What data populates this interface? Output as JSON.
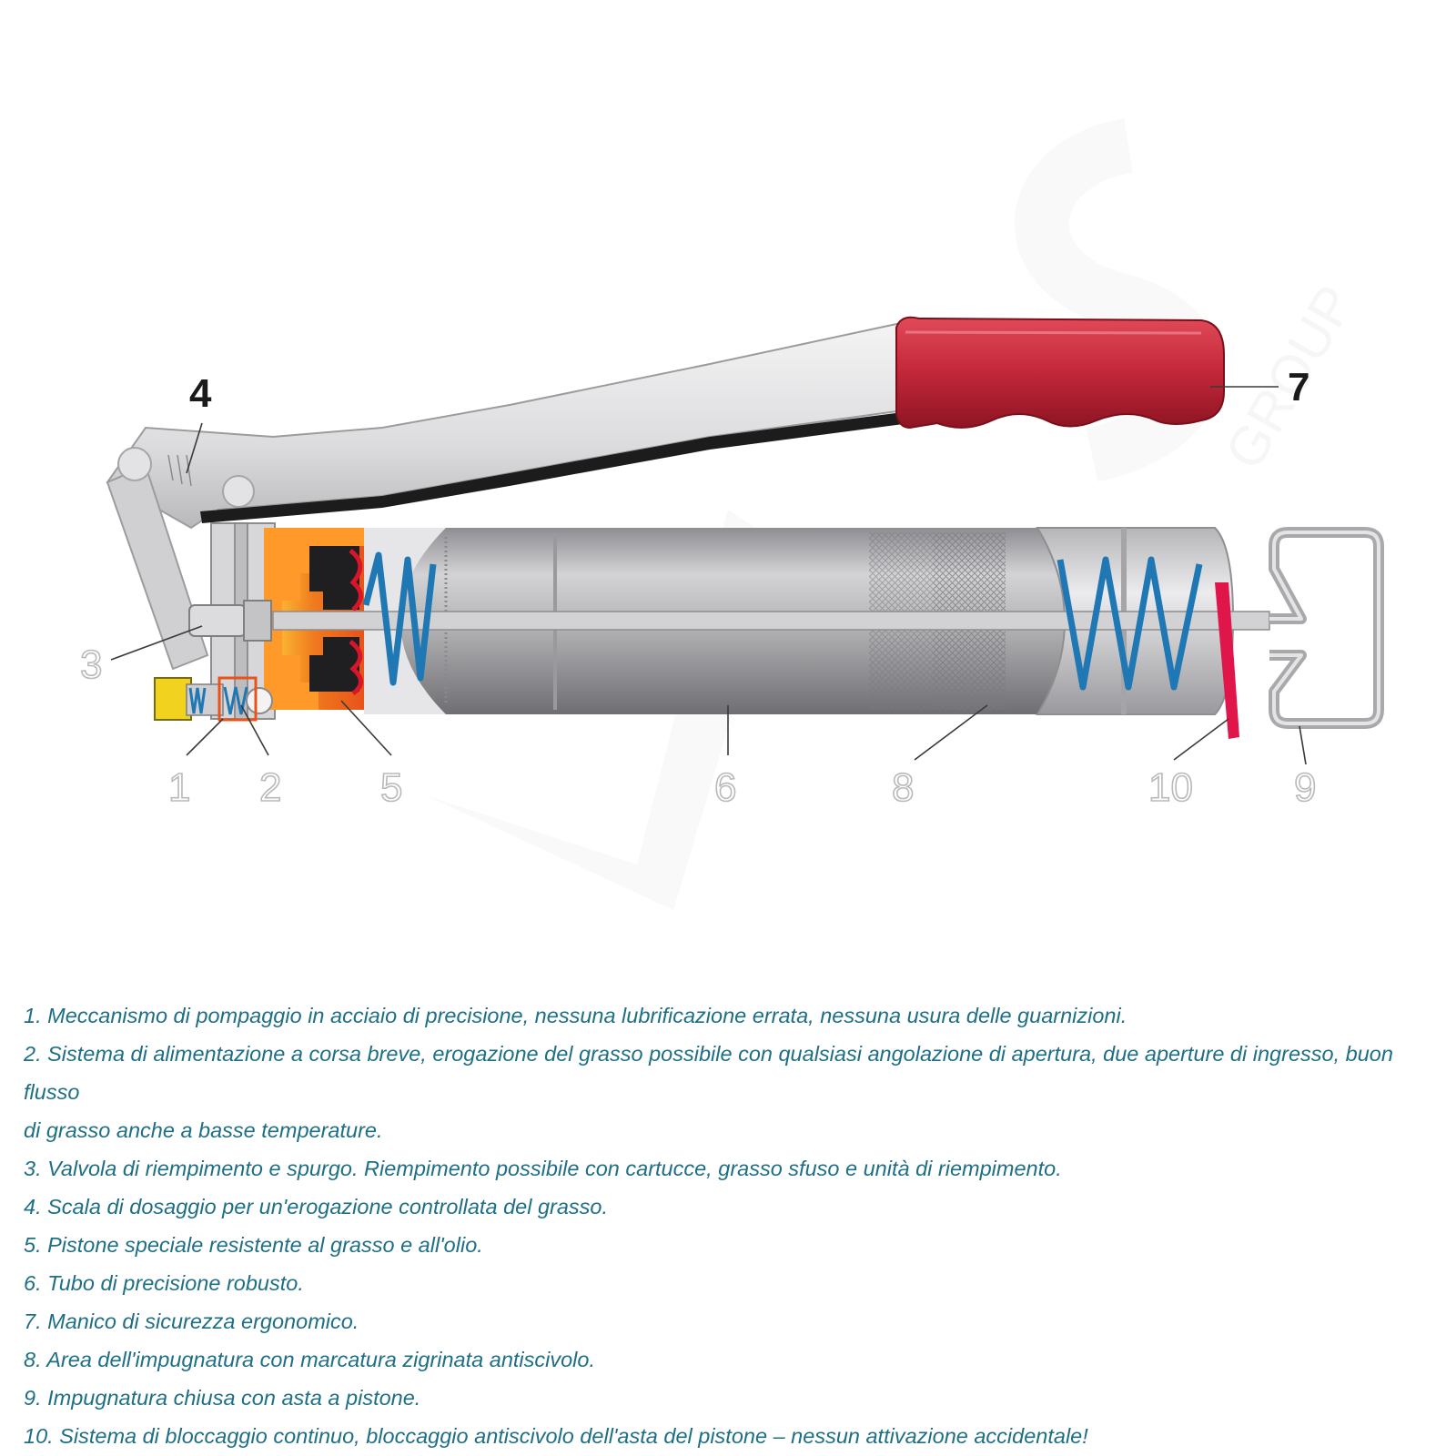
{
  "diagram": {
    "callouts": [
      {
        "id": "1",
        "label": "1"
      },
      {
        "id": "2",
        "label": "2"
      },
      {
        "id": "3",
        "label": "3"
      },
      {
        "id": "4",
        "label": "4"
      },
      {
        "id": "5",
        "label": "5"
      },
      {
        "id": "6",
        "label": "6"
      },
      {
        "id": "7",
        "label": "7"
      },
      {
        "id": "8",
        "label": "8"
      },
      {
        "id": "9",
        "label": "9"
      },
      {
        "id": "10",
        "label": "10"
      }
    ],
    "watermark_text": "GROUP",
    "colors": {
      "handle_grip": "#c62a3c",
      "tube": "#a9a9ac",
      "spring": "#1f78b4",
      "piston": "#f07a1e",
      "lock_lever": "#e0164a",
      "description_text": "#1e6f86"
    }
  },
  "descriptions": [
    "1. Meccanismo di pompaggio in acciaio di precisione, nessuna lubrificazione errata, nessuna usura delle guarnizioni.",
    "2. Sistema di alimentazione a corsa breve, erogazione del grasso possibile con qualsiasi angolazione di apertura, due aperture di ingresso, buon flusso",
    "di grasso anche a basse temperature.",
    "3. Valvola di riempimento e spurgo. Riempimento possibile con cartucce, grasso sfuso e unità di riempimento.",
    "4. Scala di dosaggio per un'erogazione controllata del grasso.",
    "5. Pistone speciale resistente al grasso e all'olio.",
    "6. Tubo di precisione robusto.",
    "7. Manico di sicurezza ergonomico.",
    "8. Area dell'impugnatura con marcatura zigrinata antiscivolo.",
    "9. Impugnatura chiusa con asta a pistone.",
    "10. Sistema di bloccaggio continuo, bloccaggio antiscivolo dell'asta del pistone – nessun attivazione accidentale!"
  ]
}
